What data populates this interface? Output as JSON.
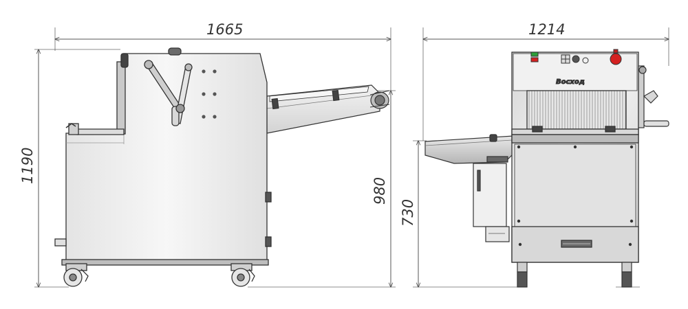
{
  "dimensions": {
    "side_length": "1665",
    "side_height": "1190",
    "conveyor_height": "980",
    "front_width": "1214",
    "table_height": "730"
  },
  "brand": {
    "logo": "Восход"
  },
  "colors": {
    "steel_light": "#eeeeee",
    "steel_mid": "#d4d4d4",
    "steel_dark": "#9a9a9a",
    "outline": "#333333",
    "button_red": "#d42020",
    "button_green": "#2e9e3a"
  }
}
